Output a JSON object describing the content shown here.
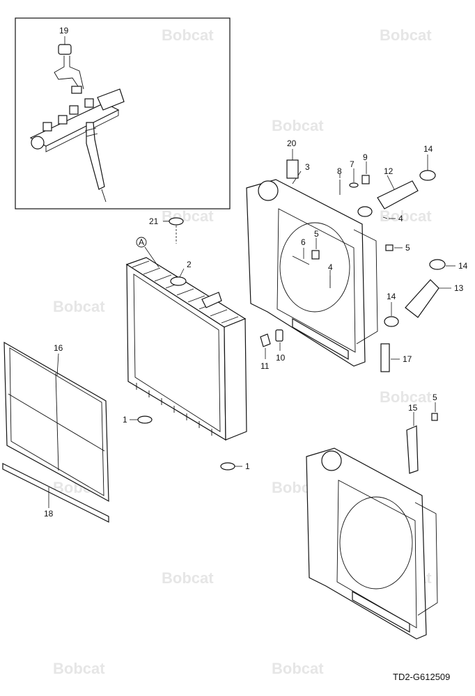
{
  "watermark": {
    "brand": "Bobcat"
  },
  "drawing": {
    "code": "TD2-G612509"
  },
  "callouts": {
    "c1a": "1",
    "c1b": "1",
    "c2": "2",
    "c3": "3",
    "c4a": "4",
    "c4b": "4",
    "c5a": "5",
    "c5b": "5",
    "c5c": "5",
    "c6": "6",
    "c7": "7",
    "c8": "8",
    "c9": "9",
    "c10": "10",
    "c11": "11",
    "c12": "12",
    "c13": "13",
    "c14a": "14",
    "c14b": "14",
    "c14c": "14",
    "c15": "15",
    "c16": "16",
    "c17": "17",
    "c18": "18",
    "c19": "19",
    "c20": "20",
    "c21": "21",
    "cA": "A"
  }
}
